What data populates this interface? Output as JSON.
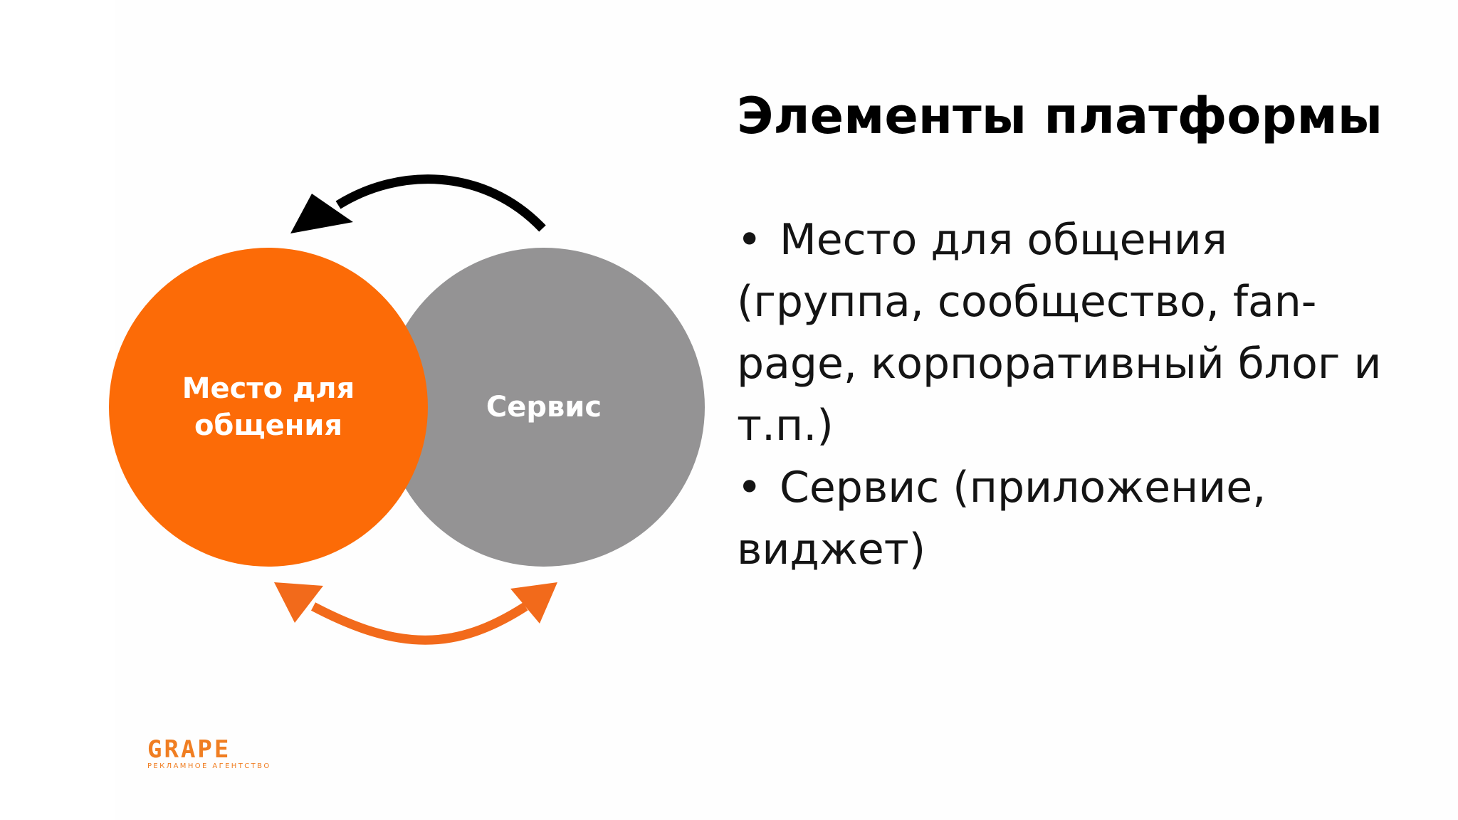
{
  "slide": {
    "title": "Элементы платформы",
    "bullets": [
      {
        "marker": "•",
        "text": "Место для общения (группа, сообщество, fan-page, корпоративный блог и т.п.)"
      },
      {
        "marker": "•",
        "text": "Сервис (приложение, виджет)"
      }
    ]
  },
  "diagram": {
    "circles": [
      {
        "label": "Место для общения",
        "color": "#fc6b07"
      },
      {
        "label": "Сервис",
        "color": "#949394"
      }
    ],
    "arrows": {
      "top_color": "#000000",
      "bottom_color": "#f26a1b"
    }
  },
  "logo": {
    "wordmark": "GRAPE",
    "subtitle": "РЕКЛАМНОЕ АГЕНТСТВО",
    "color": "#f07e22"
  }
}
